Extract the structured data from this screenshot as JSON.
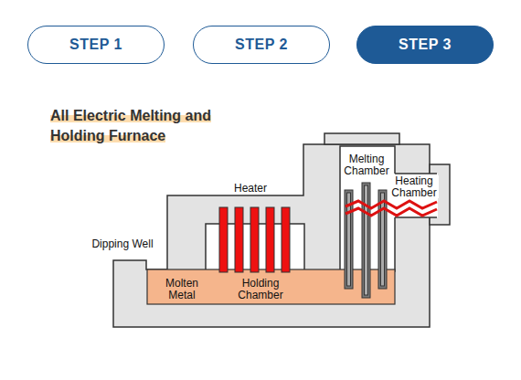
{
  "diagram": {
    "title": "All Electric Melting and Holding Furnace",
    "nodes": [
      {
        "text": [
          "STEP 1"
        ]
      },
      {
        "text": [
          "STEP 2"
        ]
      },
      {
        "text": [
          "STEP 3"
        ]
      }
    ],
    "labels": [
      "Heater",
      "Dipping Well",
      "Molten Metal",
      "Holding Chamber",
      "Melting Chamber",
      "Heating Chamber"
    ]
  }
}
